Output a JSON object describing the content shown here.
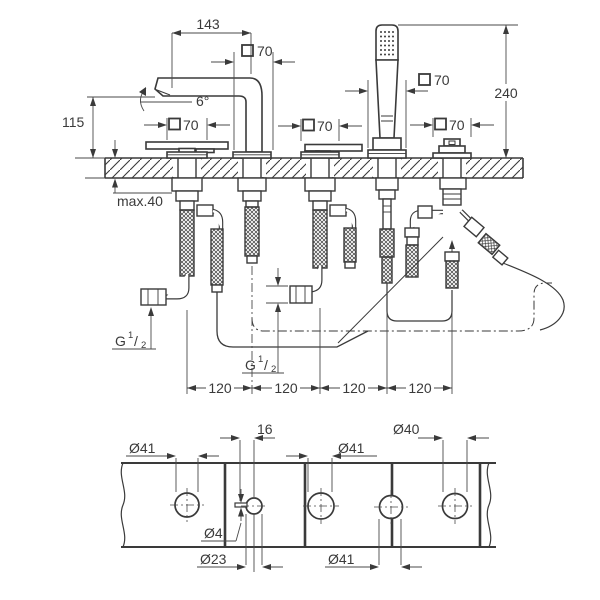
{
  "colors": {
    "line": "#3a3a3a",
    "dim": "#4a4a4a",
    "background": "#ffffff"
  },
  "elevation": {
    "spout_reach": "143",
    "spout_height": "115",
    "spout_angle": "6°",
    "handshower_height": "240",
    "max_deck_thickness": "max.40",
    "escutcheon_square": "70",
    "hole_spacing": [
      "120",
      "120",
      "120",
      "120"
    ],
    "thread_label": {
      "g": "G",
      "num": "1",
      "slash": "/",
      "den": "2"
    }
  },
  "plan": {
    "hole1_diameter": "Ø41",
    "pilot_offset": "16",
    "pilot_diameter": "Ø4",
    "hole2_diameter": "Ø23",
    "hole3_diameter": "Ø41",
    "hole4_diameter": "Ø41",
    "hole5_diameter": "Ø40"
  }
}
